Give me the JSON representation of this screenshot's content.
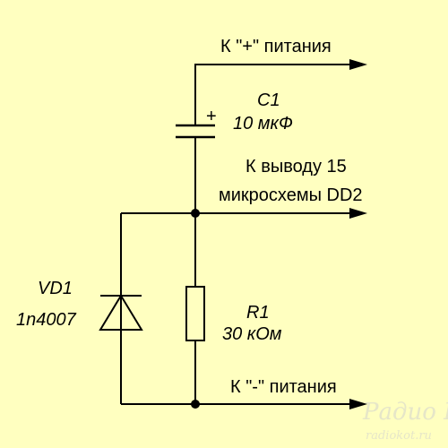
{
  "labels": {
    "plus_supply": "К \"+\" питания",
    "minus_supply": "К \"-\" питания",
    "output_line1": "К выводу 15",
    "output_line2": "микросхемы  DD2"
  },
  "components": {
    "c1": {
      "ref": "C1",
      "value": "10 мкФ",
      "polarity": "+"
    },
    "r1": {
      "ref": "R1",
      "value": "30 кОм"
    },
    "vd1": {
      "ref": "VD1",
      "part": "1n4007"
    }
  },
  "watermark": {
    "brand": "Радио КОТ",
    "site": "radiokot.ru"
  },
  "colors": {
    "background": "#ffffc0",
    "wire": "#000000",
    "watermark": "#e6e6c8"
  }
}
